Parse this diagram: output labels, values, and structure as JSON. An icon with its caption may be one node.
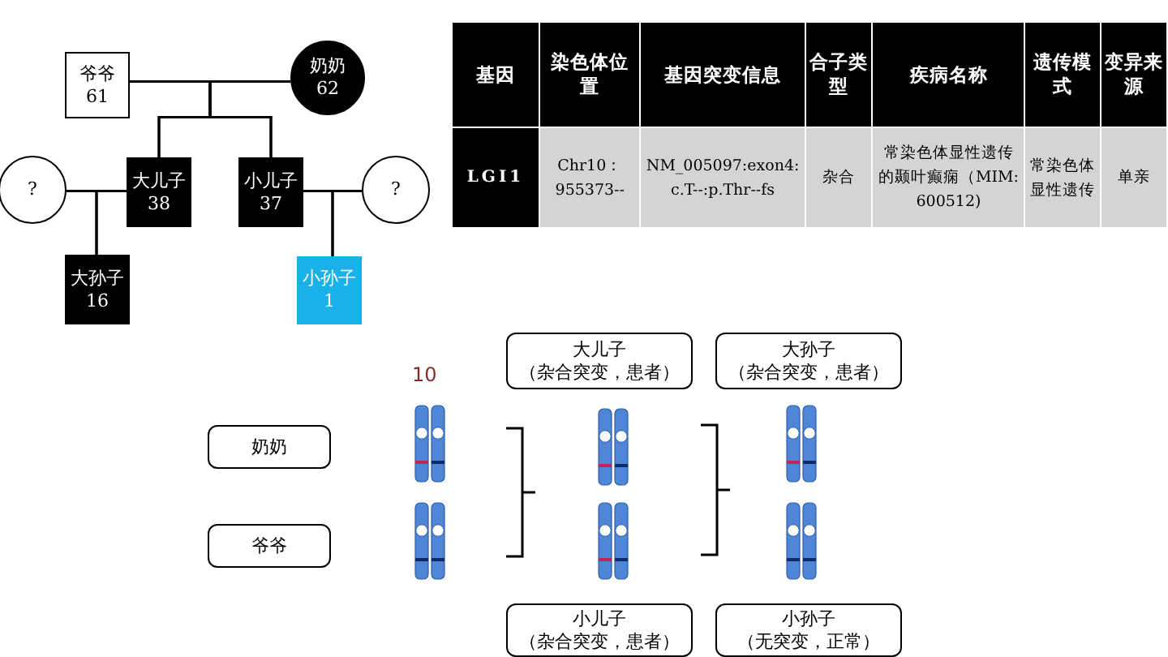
{
  "diagram": {
    "nodes": [
      {
        "text": [
          "爷爷",
          "61"
        ]
      },
      {
        "text": [
          "奶奶",
          "62"
        ]
      },
      {
        "text": [
          "?"
        ]
      },
      {
        "text": [
          "大儿子",
          "38"
        ]
      },
      {
        "text": [
          "小儿子",
          "37"
        ]
      },
      {
        "text": [
          "?"
        ]
      },
      {
        "text": [
          "大孙子",
          "16"
        ]
      },
      {
        "text": [
          "小孙子",
          "1"
        ]
      },
      {
        "text": [
          "奶奶"
        ]
      },
      {
        "text": [
          "爷爷"
        ]
      },
      {
        "text": [
          "大儿子",
          "（杂合突变，患者）"
        ]
      },
      {
        "text": [
          "大孙子",
          "（杂合突变，患者）"
        ]
      },
      {
        "text": [
          "小儿子",
          "（杂合突变，患者）"
        ]
      },
      {
        "text": [
          "小孙子",
          "（无突变，正常）"
        ]
      }
    ],
    "edges": [
      {
        "from": 0,
        "to": 1,
        "arrow": "none"
      },
      {
        "from": 0,
        "to": 3,
        "arrow": "none"
      },
      {
        "from": 1,
        "to": 3,
        "arrow": "none"
      },
      {
        "from": 0,
        "to": 4,
        "arrow": "none"
      },
      {
        "from": 1,
        "to": 4,
        "arrow": "none"
      },
      {
        "from": 2,
        "to": 3,
        "arrow": "none"
      },
      {
        "from": 2,
        "to": 6,
        "arrow": "none"
      },
      {
        "from": 3,
        "to": 6,
        "arrow": "none"
      },
      {
        "from": 4,
        "to": 5,
        "arrow": "none"
      },
      {
        "from": 4,
        "to": 7,
        "arrow": "none"
      },
      {
        "from": 5,
        "to": 7,
        "arrow": "none"
      }
    ],
    "labels": [
      "基因",
      "染色体位置",
      "基因突变信息",
      "合子类型",
      "疾病名称",
      "遗传模式",
      "变异来源",
      "LGI1",
      "Chr10：955373--",
      "NM_005097:exon4: c.T--:p.Thr--fs",
      "杂合",
      "常染色体显性遗传的颞叶癫痫（MIM: 600512)",
      "常染色体显性遗传",
      "单亲",
      "10"
    ]
  }
}
